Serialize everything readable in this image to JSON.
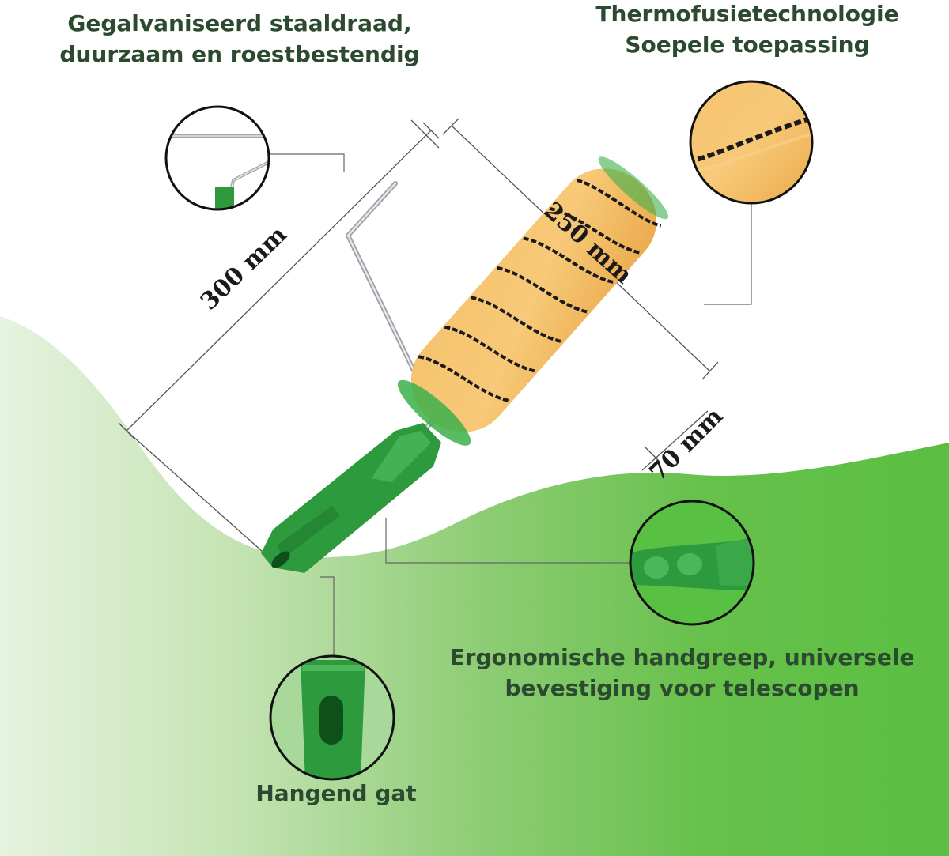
{
  "captions": {
    "wire": {
      "line1": "Gegalvaniseerd staaldraad,",
      "line2": "duurzaam en roestbestendig"
    },
    "thermo": {
      "line1": "Thermofusietechnologie",
      "line2": "Soepele toepassing"
    },
    "handle": {
      "line1": "Ergonomische handgreep, universele",
      "line2": "bevestiging voor telescopen"
    },
    "hole": {
      "line1": "Hangend gat"
    }
  },
  "dimensions": {
    "frame_length": "300 mm",
    "roller_length": "250 mm",
    "roller_diameter": "70 mm"
  },
  "colors": {
    "caption_text": "#2c4a2f",
    "background_green": "#5cbf46",
    "handle_green": "#2e9a3e",
    "roller_fabric": "#f2b75a",
    "roller_stripes": "#1b1b1b",
    "wire": "#b8bcc0"
  },
  "icons": [
    "paint-roller-illustration",
    "wire-detail-zoom-icon",
    "fabric-detail-zoom-icon",
    "grip-detail-zoom-icon",
    "hanging-hole-zoom-icon"
  ]
}
